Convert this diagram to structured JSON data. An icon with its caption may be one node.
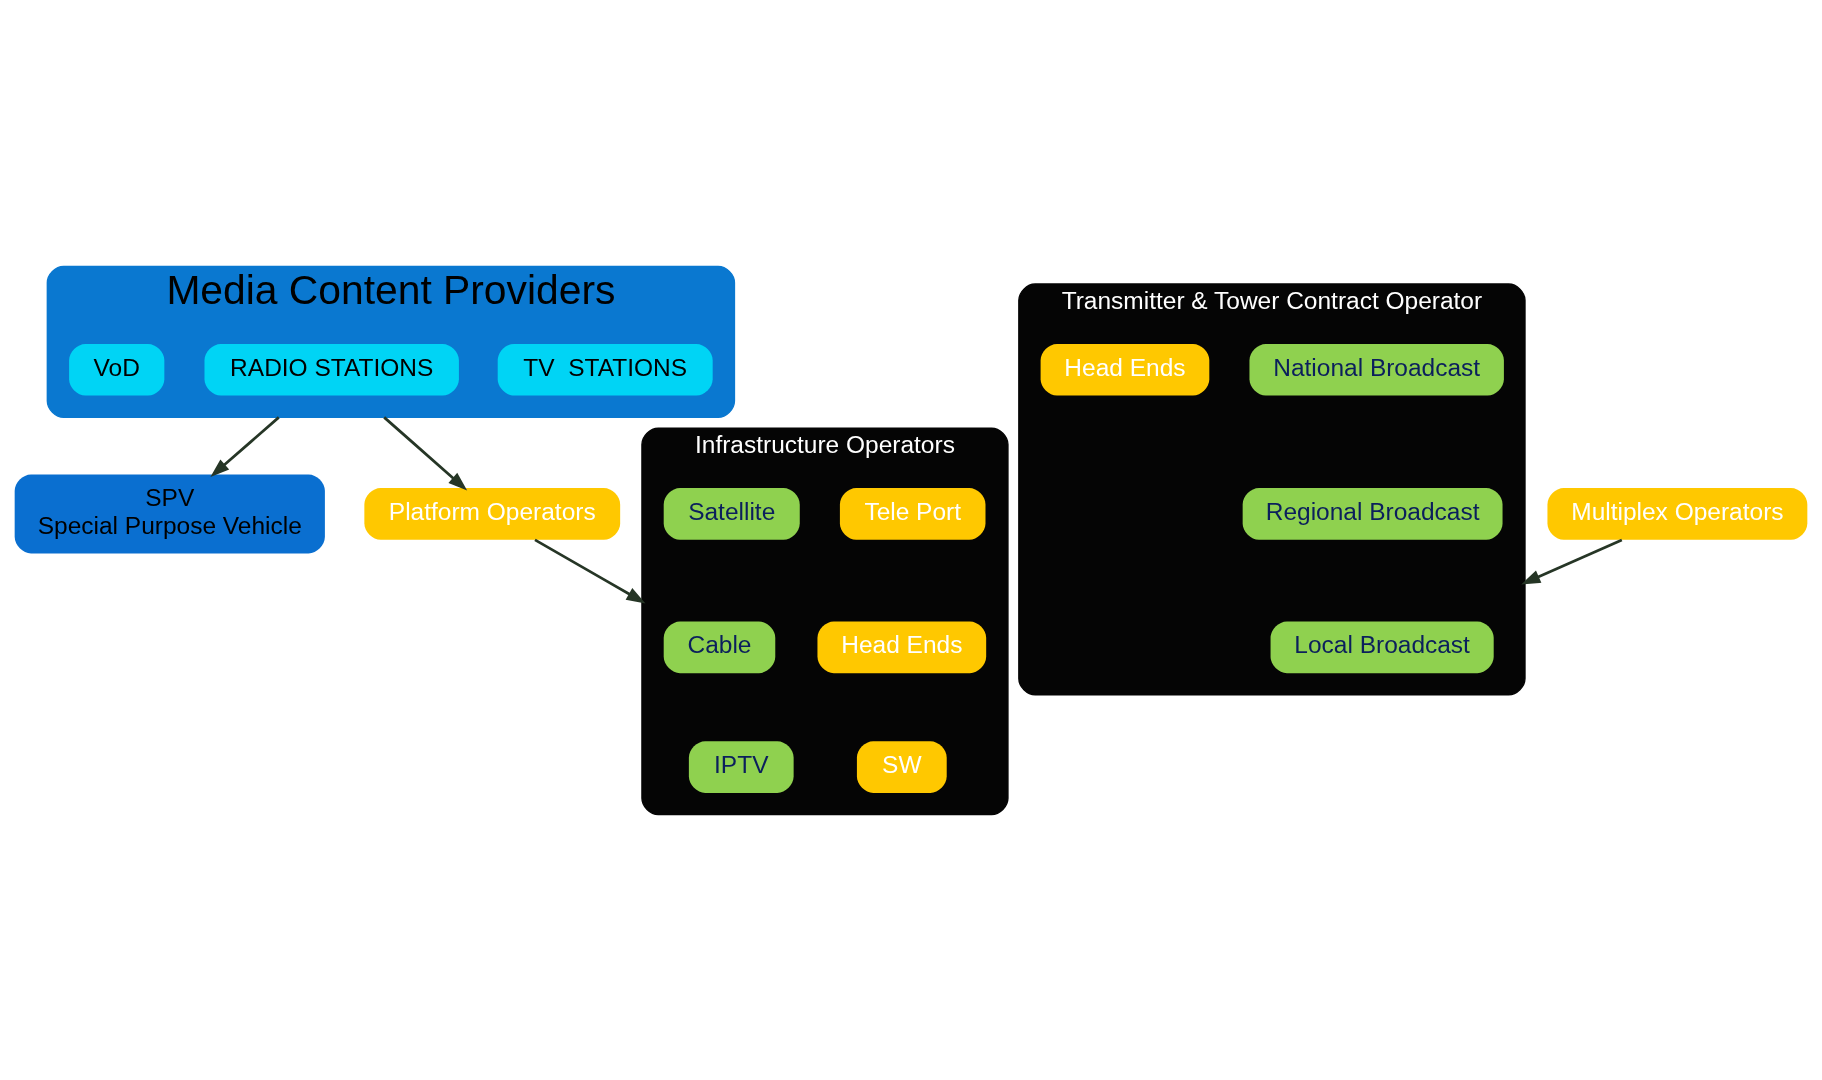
{
  "diagram": {
    "nodes": [
      {
        "text": [
          "Media Content Providers"
        ]
      },
      {
        "text": [
          "TV  STATIONS"
        ],
        "in": 0
      },
      {
        "text": [
          "RADIO STATIONS"
        ],
        "in": 0
      },
      {
        "text": [
          "VoD"
        ],
        "in": 0
      },
      {
        "text": [
          "Transmitter & Tower Contract Operator"
        ]
      },
      {
        "text": [
          "National Broadcast"
        ],
        "in": 4
      },
      {
        "text": [
          "Regional Broadcast"
        ],
        "in": 4
      },
      {
        "text": [
          "Local Broadcast"
        ],
        "in": 4
      },
      {
        "text": [
          "Head Ends"
        ],
        "in": 4
      },
      {
        "text": [
          "SPV",
          "Special Purpose Vehicle"
        ]
      },
      {
        "text": [
          "Multiplex Operators"
        ]
      },
      {
        "text": [
          "Platform Operators"
        ]
      },
      {
        "text": [
          "Infrastructure Operators"
        ]
      },
      {
        "text": [
          "Tele Port"
        ],
        "in": 12
      },
      {
        "text": [
          "Satellite"
        ],
        "in": 12
      },
      {
        "text": [
          "Head Ends"
        ],
        "in": 12
      },
      {
        "text": [
          "Cable"
        ],
        "in": 12
      },
      {
        "text": [
          "SW"
        ],
        "in": 12
      },
      {
        "text": [
          "IPTV"
        ],
        "in": 12
      }
    ],
    "edges": [
      {
        "from": 0,
        "to": 9,
        "arrow": "to"
      },
      {
        "from": 0,
        "to": 11,
        "arrow": "to"
      },
      {
        "from": 10,
        "to": 4,
        "arrow": "to"
      },
      {
        "from": 11,
        "to": 12,
        "arrow": "to"
      }
    ]
  }
}
